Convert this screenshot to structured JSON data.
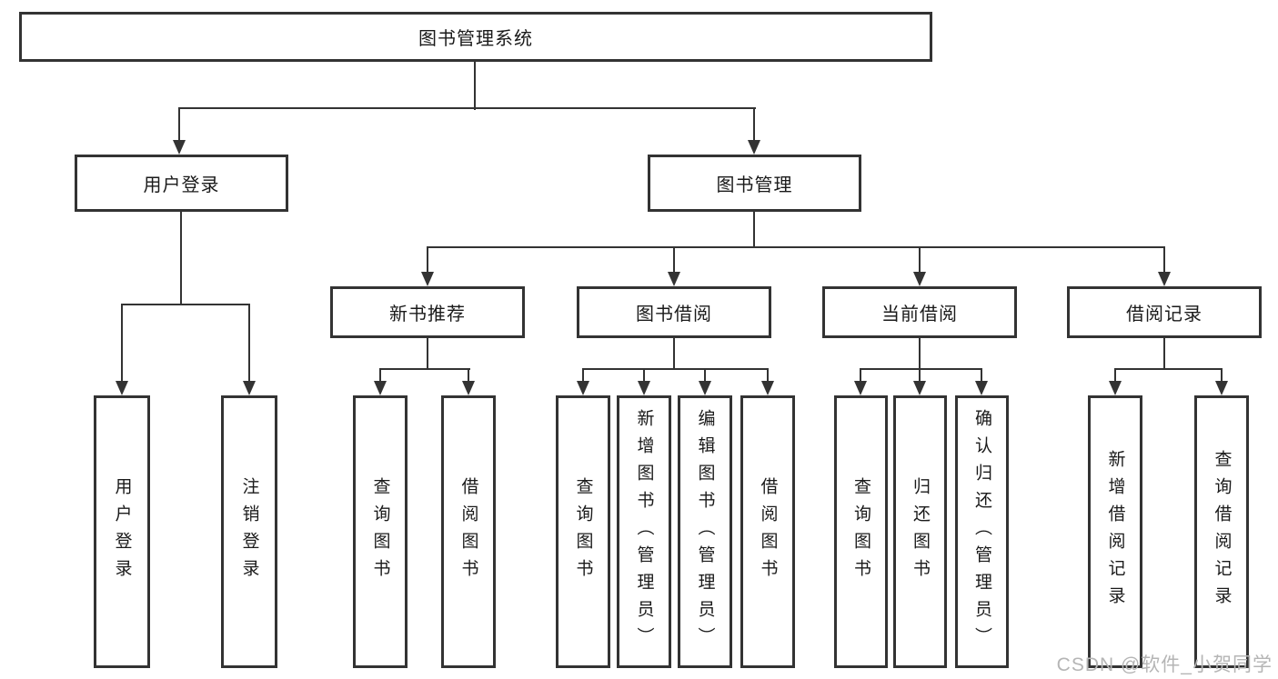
{
  "diagram": {
    "root": {
      "label": "图书管理系统"
    },
    "branches": [
      {
        "label": "用户登录",
        "children": [
          "用户登录",
          "注销登录"
        ]
      },
      {
        "label": "图书管理",
        "children": [
          {
            "label": "新书推荐",
            "children": [
              "查询图书",
              "借阅图书"
            ]
          },
          {
            "label": "图书借阅",
            "children": [
              "查询图书",
              "新增图书（管理员）",
              "编辑图书（管理员）",
              "借阅图书"
            ]
          },
          {
            "label": "当前借阅",
            "children": [
              "查询图书",
              "归还图书",
              "确认归还（管理员）"
            ]
          },
          {
            "label": "借阅记录",
            "children": [
              "新增借阅记录",
              "查询借阅记录"
            ]
          }
        ]
      }
    ],
    "line_color": "#333333",
    "background_color": "#ffffff"
  },
  "watermark": {
    "text": "CSDN @软件_小贺同学"
  }
}
